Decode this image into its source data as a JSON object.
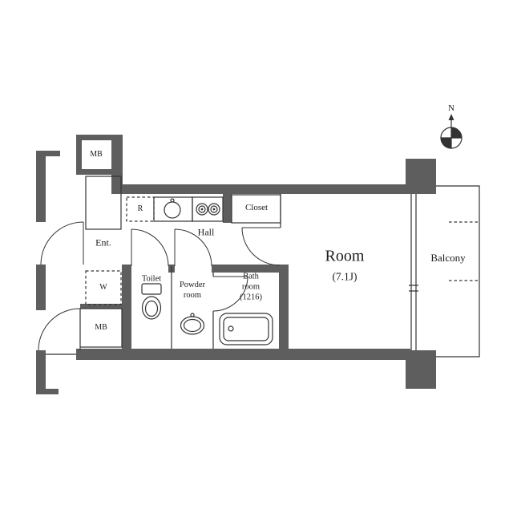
{
  "plan": {
    "type": "apartment-floor-plan",
    "colors": {
      "wall": "#5e5e5e",
      "line": "#333333",
      "bg": "#ffffff",
      "text": "#1c1c1c"
    },
    "compass": {
      "label": "N",
      "icon": "north-compass-icon"
    },
    "rooms": {
      "meter_box_top": {
        "label": "MB"
      },
      "entrance": {
        "label": "Ent."
      },
      "refrigerator_space": {
        "label": "R"
      },
      "hall": {
        "label": "Hall"
      },
      "closet": {
        "label": "Closet"
      },
      "main_room": {
        "label": "Room",
        "size": "(7.1J)"
      },
      "balcony": {
        "label": "Balcony"
      },
      "washer_space": {
        "label": "W"
      },
      "toilet": {
        "label": "Toilet",
        "icon": "toilet-icon"
      },
      "powder_room": {
        "label": "Powder room",
        "icon": "washbasin-icon"
      },
      "bath_room": {
        "label": "Bath room",
        "size": "(1216)",
        "icon": "bathtub-icon"
      },
      "meter_box_bottom": {
        "label": "MB"
      }
    },
    "kitchen": {
      "sink_icon": "sink-icon",
      "stove_icon": "stove-burners-icon"
    }
  }
}
